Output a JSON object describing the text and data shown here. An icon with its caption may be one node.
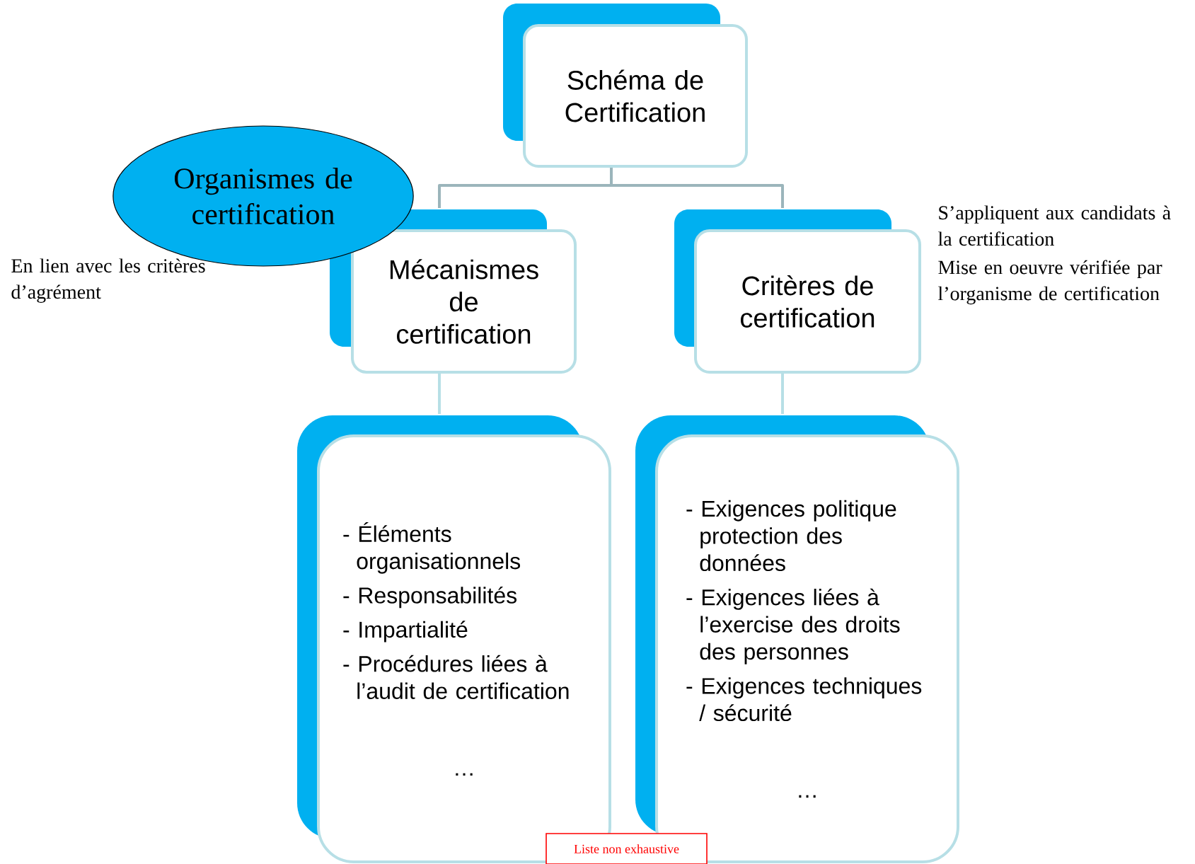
{
  "diagram": {
    "nodes": [
      {
        "text": [
          "Schéma de Certification"
        ]
      },
      {
        "text": [
          "Organismes de certification"
        ]
      },
      {
        "text": [
          "Mécanismes de certification"
        ]
      },
      {
        "text": [
          "Critères de certification"
        ]
      },
      {
        "text": [
          "- Éléments organisationnels",
          "- Responsabilités",
          "- Impartialité",
          "- Procédures liées à l’audit de certification",
          "…"
        ]
      },
      {
        "text": [
          "- Exigences politique protection des données",
          "- Exigences liées à l’exercise des droits des personnes",
          "- Exigences techniques / sécurité",
          "…"
        ]
      },
      {
        "text": [
          "Liste non exhaustive"
        ]
      }
    ],
    "edges": [
      {
        "from": 0,
        "to": 2,
        "arrow": "none"
      },
      {
        "from": 0,
        "to": 3,
        "arrow": "none"
      },
      {
        "from": 2,
        "to": 4,
        "arrow": "none"
      },
      {
        "from": 3,
        "to": 5,
        "arrow": "none"
      }
    ],
    "labels": [
      "En lien avec les critères d’agrément",
      "S’appliquent aux candidats à la certification",
      "Mise en oeuvre vérifiée par l’organisme de certification"
    ]
  }
}
